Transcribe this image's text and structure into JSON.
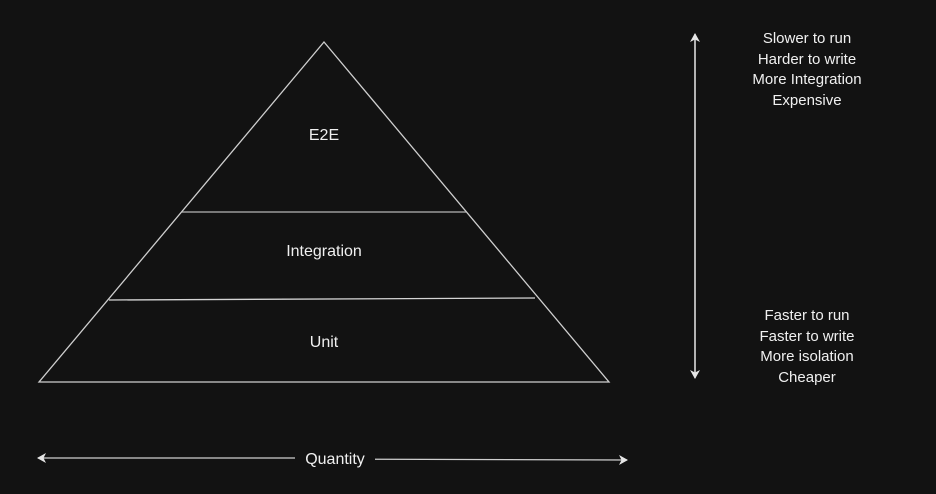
{
  "colors": {
    "background": "#121212",
    "stroke": "#e6e6e6",
    "text": "#f0f0f0"
  },
  "pyramid": {
    "layers": [
      {
        "label": "E2E"
      },
      {
        "label": "Integration"
      },
      {
        "label": "Unit"
      }
    ]
  },
  "vertical_axis": {
    "top_notes": [
      "Slower to run",
      "Harder to write",
      "More Integration",
      "Expensive"
    ],
    "bottom_notes": [
      "Faster to run",
      "Faster to write",
      "More isolation",
      "Cheaper"
    ]
  },
  "horizontal_axis": {
    "label": "Quantity"
  }
}
